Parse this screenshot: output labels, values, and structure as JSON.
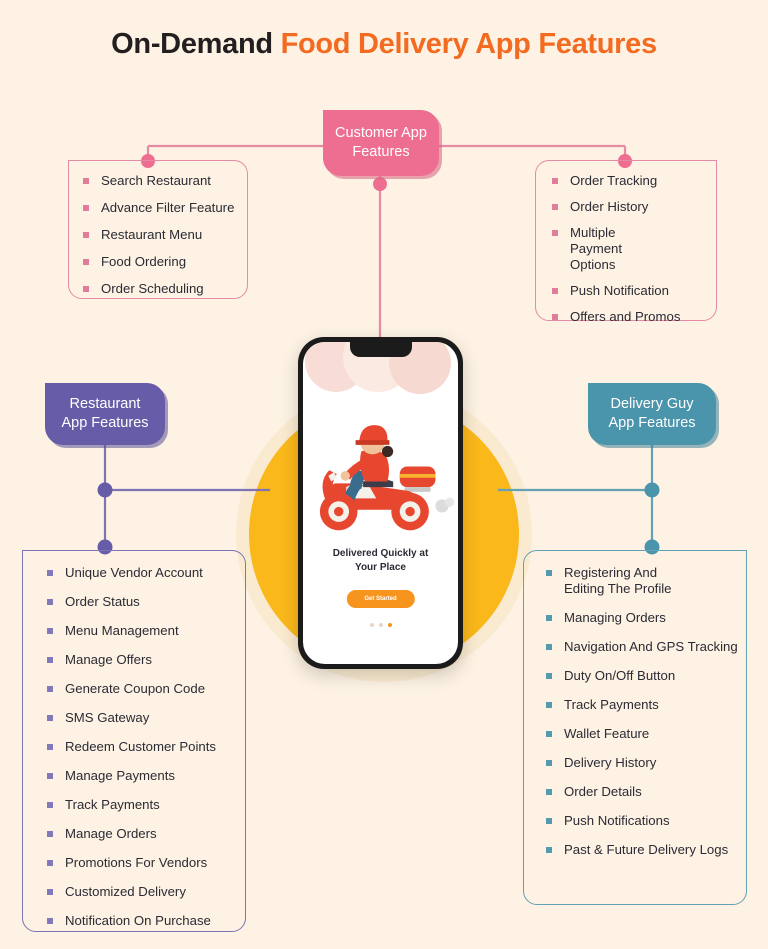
{
  "title": {
    "dark_part": "On-Demand ",
    "accent_part": "Food Delivery App Features"
  },
  "colors": {
    "background": "#FDF2E3",
    "title_dark": "#231F20",
    "title_accent": "#F26B21",
    "customer_pink": "#ED6E91",
    "restaurant_purple": "#665CA7",
    "delivery_teal": "#4A94AC",
    "circle_yellow": "#FAB81A",
    "circle_ring": "#FAEBD0",
    "cta_orange": "#F7941E"
  },
  "customer": {
    "badge_line1": "Customer App",
    "badge_line2": "Features",
    "left_items": [
      "Search Restaurant",
      "Advance Filter Feature",
      "Restaurant Menu",
      "Food Ordering",
      "Order Scheduling"
    ],
    "right_items": [
      "Order Tracking",
      "Order History",
      "Multiple Payment Options",
      "Push Notification",
      "Offers and Promos"
    ]
  },
  "restaurant": {
    "badge_line1": "Restaurant",
    "badge_line2": "App  Features",
    "items": [
      "Unique Vendor Account",
      "Order Status",
      "Menu Management",
      "Manage Offers",
      "Generate Coupon Code",
      "SMS Gateway",
      "Redeem Customer Points",
      "Manage Payments",
      "Track Payments",
      "Manage Orders",
      "Promotions For Vendors",
      "Customized Delivery",
      "Notification On Purchase"
    ]
  },
  "delivery": {
    "badge_line1": "Delivery Guy",
    "badge_line2": "App Features",
    "items": [
      "Registering And Editing The Profile",
      "Managing Orders",
      "Navigation And GPS Tracking",
      "Duty On/Off Button",
      "Track Payments",
      "Wallet Feature",
      "Delivery History",
      "Order Details",
      "Push Notifications",
      "Past & Future Delivery Logs"
    ]
  },
  "phone": {
    "caption_line1": "Delivered Quickly at",
    "caption_line2": "Your Place",
    "cta_label": "Get Started",
    "pagination_dots": 3,
    "active_dot_index": 2
  }
}
